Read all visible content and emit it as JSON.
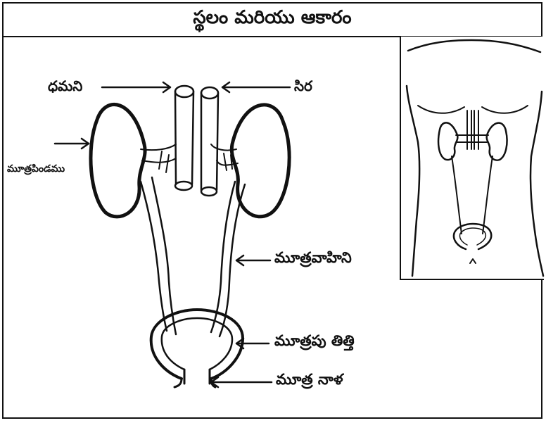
{
  "title": "స్థలం మరియు ఆకారం",
  "labels": {
    "artery": "ధమని",
    "vein": "సిర",
    "kidney": "మూత్రపిండము",
    "ureter": "మూత్రవాహిని",
    "bladder": "మూత్రపు తిత్తి",
    "urethra": "మూత్ర నాళ"
  },
  "colors": {
    "ink": "#111111",
    "background": "#ffffff"
  }
}
